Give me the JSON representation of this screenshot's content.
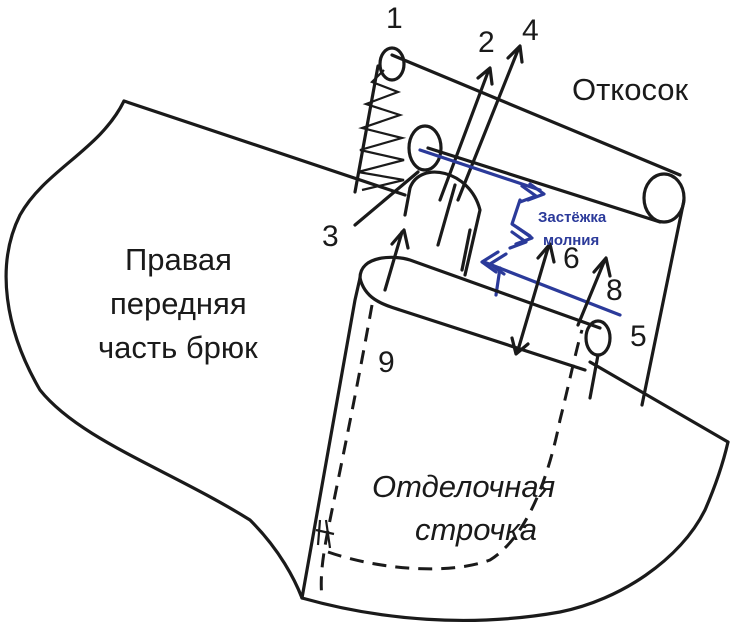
{
  "labels": {
    "n1": "1",
    "n2": "2",
    "n3": "3",
    "n4": "4",
    "n5": "5",
    "n6": "6",
    "n8": "8",
    "n9": "9",
    "otkosok": "Откосок",
    "front_line1": "Правая",
    "front_line2": "передняя",
    "front_line3": "часть брюк",
    "stitch_line1": "Отделочная",
    "stitch_line2": "строчка",
    "zip_line1": "Застёжка",
    "zip_line2": "молния"
  },
  "colors": {
    "line": "#1a1a1a",
    "zipper": "#2b3a9a",
    "background": "#ffffff"
  }
}
